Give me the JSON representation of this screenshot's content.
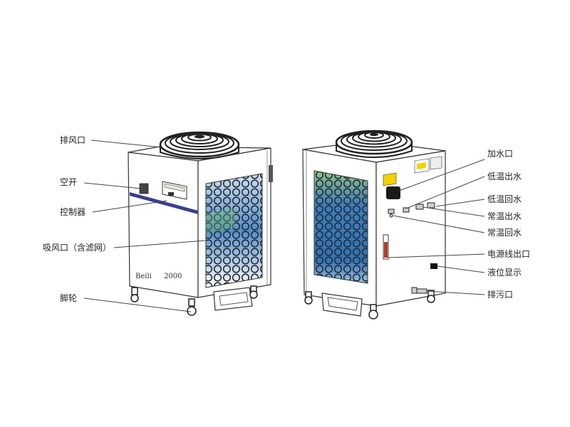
{
  "labels": {
    "exhaust_vent": "排风口",
    "air_switch": "空开",
    "controller": "控制器",
    "air_intake": "吸风口（含滤网）",
    "casters": "脚轮",
    "water_inlet": "加水口",
    "low_temp_outlet": "低温出水",
    "low_temp_return": "低温回水",
    "normal_temp_outlet": "常温出水",
    "normal_temp_return": "常温回水",
    "power_cable_outlet": "电源线出口",
    "level_indicator": "液位显示",
    "drain_outlet": "排污口"
  },
  "unit": {
    "brand": "Beili",
    "model": "2000"
  },
  "colors": {
    "outline": "#333333",
    "filter": "#3a7fc0",
    "filter_green": "#6cbf6a",
    "stripe": "#3b3e8f"
  }
}
